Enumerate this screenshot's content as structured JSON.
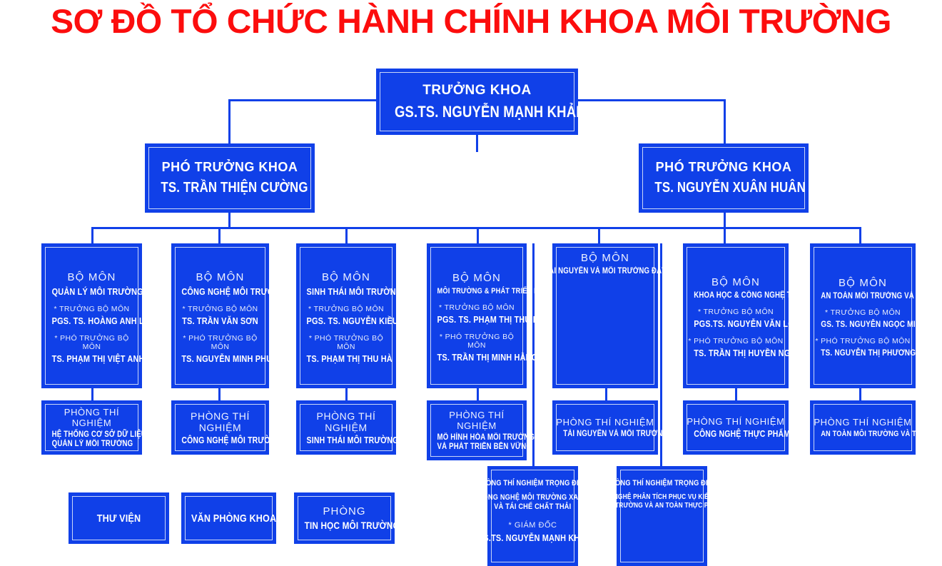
{
  "title": "SƠ ĐỒ TỔ CHỨC HÀNH CHÍNH KHOA MÔI TRƯỜNG",
  "colors": {
    "title": "#fc0d0d",
    "box_fill": "#1040e8",
    "box_text": "#ffffff",
    "inner_border": "#c9d6f7",
    "background": "#ffffff"
  },
  "chart_data": {
    "type": "diagram",
    "diagram_type": "organizational-chart",
    "title": "SƠ ĐỒ TỔ CHỨC HÀNH CHÍNH KHOA MÔI TRƯỜNG",
    "levels": [
      "dean",
      "vice-deans",
      "departments",
      "laboratories",
      "key-laboratories",
      "support-units"
    ],
    "node_count": 21
  },
  "dean": {
    "role": "TRƯỞNG KHOA",
    "name": "GS.TS. NGUYỄN MẠNH KHẢI"
  },
  "vice_deans": [
    {
      "role": "PHÓ TRƯỞNG KHOA",
      "name": "TS. TRẦN THIỆN CƯỜNG"
    },
    {
      "role": "PHÓ TRƯỞNG KHOA",
      "name": "TS. NGUYỄN XUÂN HUÂN"
    }
  ],
  "departments": [
    {
      "head": "BỘ MÔN",
      "unit": "QUẢN LÝ MÔI TRƯỜNG",
      "chief_label": "* TRƯỞNG BỘ MÔN",
      "chief": "PGS. TS. HOÀNG ANH LÊ",
      "deputy_label": "* PHÓ TRƯỞNG BỘ MÔN",
      "deputy": "TS. PHẠM THỊ VIỆT ANH"
    },
    {
      "head": "BỘ MÔN",
      "unit": "CÔNG NGHỆ MÔI TRƯỜNG",
      "chief_label": "* TRƯỞNG BỘ MÔN",
      "chief": "TS. TRẦN VĂN SƠN",
      "deputy_label": "* PHÓ TRƯỞNG BỘ MÔN",
      "deputy": "TS. NGUYỄN MINH PHƯƠNG"
    },
    {
      "head": "BỘ MÔN",
      "unit": "SINH THÁI MÔI TRƯỜNG",
      "chief_label": "* TRƯỞNG BỘ MÔN",
      "chief": "PGS. TS. NGUYỄN KIỀU BĂNG TÂM",
      "deputy_label": "* PHÓ TRƯỞNG BỘ MÔN",
      "deputy": "TS. PHẠM THỊ THU HÀ"
    },
    {
      "head": "BỘ MÔN",
      "unit": "MÔI TRƯỜNG & PHÁT TRIỂN BỀN VỮNG",
      "chief_label": "* TRƯỞNG BỘ MÔN",
      "chief": "PGS. TS. PHẠM THỊ THU HÀ",
      "deputy_label": "* PHÓ TRƯỞNG BỘ MÔN",
      "deputy": "TS. TRẦN THỊ MINH HẰNG"
    },
    {
      "head": "BỘ MÔN",
      "unit": "TÀI NGUYÊN VÀ MÔI TRƯỜNG ĐẤT",
      "chief_label": "",
      "chief": "",
      "deputy_label": "",
      "deputy": ""
    },
    {
      "head": "BỘ MÔN",
      "unit": "KHOA HỌC & CÔNG NGHỆ THỰC PHẨM",
      "chief_label": "* TRƯỞNG BỘ MÔN",
      "chief": "PGS.TS. NGUYỄN VĂN LỢI",
      "deputy_label": "* PHÓ TRƯỞNG BỘ MÔN",
      "deputy": "TS. TRẦN THỊ HUYỀN NGA"
    },
    {
      "head": "BỘ MÔN",
      "unit": "AN TOÀN MÔI TRƯỜNG VÀ THỰC PHẨM",
      "chief_label": "* TRƯỞNG BỘ MÔN",
      "chief": "GS. TS. NGUYỄN NGỌC MINH",
      "deputy_label": "* PHÓ TRƯỞNG BỘ MÔN",
      "deputy": "TS. NGUYỄN THỊ PHƯƠNG MAI"
    }
  ],
  "laboratories": [
    {
      "head": "PHÒNG THÍ NGHIỆM",
      "unit": "HỆ THỐNG CƠ SỞ DỮ LIỆU",
      "unit2": "QUẢN LÝ MÔI TRƯỜNG"
    },
    {
      "head": "PHÒNG THÍ NGHIỆM",
      "unit": "CÔNG NGHỆ MÔI TRƯỜNG",
      "unit2": ""
    },
    {
      "head": "PHÒNG THÍ NGHIỆM",
      "unit": "SINH THÁI MÔI TRƯỜNG",
      "unit2": ""
    },
    {
      "head": "PHÒNG THÍ NGHIỆM",
      "unit": "MÔ HÌNH HÓA MÔI TRƯỜNG",
      "unit2": "VÀ PHÁT TRIỂN BỀN VỮNG"
    },
    {
      "head": "PHÒNG THÍ NGHIỆM",
      "unit": "TÀI NGUYÊN VÀ MÔI TRƯỜNG ĐẤT",
      "unit2": ""
    },
    {
      "head": "PHÒNG THÍ NGHIỆM",
      "unit": "CÔNG NGHỆ THỰC PHẨM",
      "unit2": ""
    },
    {
      "head": "PHÒNG THÍ NGHIỆM",
      "unit": "AN TOÀN MÔI TRƯỜNG VÀ THỰC PHẨM",
      "unit2": ""
    }
  ],
  "key_laboratories": [
    {
      "head": "PHÒNG THÍ NGHIỆM TRỌNG ĐIỂM",
      "unit": "CÔNG NGHỆ MÔI TRƯỜNG XANH",
      "unit2": "VÀ TÁI CHẾ CHẤT THẢI",
      "director_label": "* GIÁM ĐỐC",
      "director": "GS.TS. NGUYỄN MẠNH KHẢI"
    },
    {
      "head": "PHÒNG THÍ NGHIỆM TRỌNG ĐIỂM",
      "unit": "CÔNG NGHỆ PHÂN TÍCH PHỤC VỤ KIỂM ĐỊNH",
      "unit2": "MÔI TRƯỜNG VÀ AN TOÀN THỰC PHẨM",
      "director_label": "",
      "director": ""
    }
  ],
  "support_units": [
    {
      "head": "THƯ VIỆN",
      "unit": ""
    },
    {
      "head": "VĂN PHÒNG KHOA",
      "unit": ""
    },
    {
      "head": "PHÒNG",
      "unit": "TIN HỌC MÔI TRƯỜNG"
    }
  ]
}
